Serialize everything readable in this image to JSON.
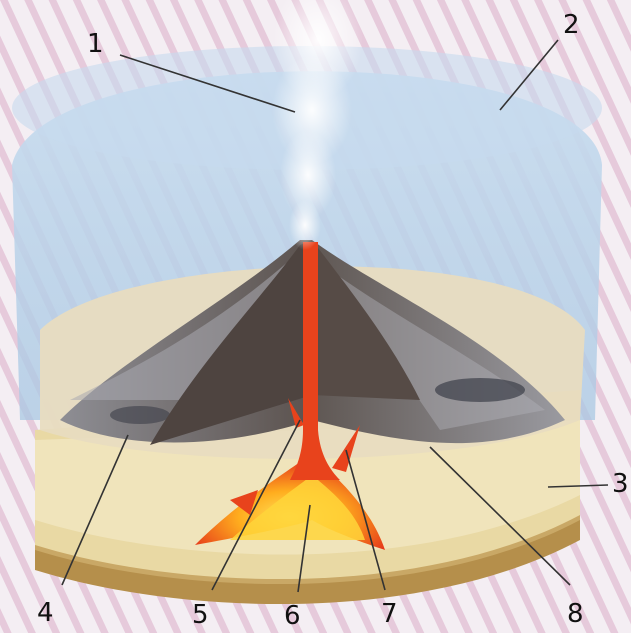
{
  "labels": {
    "l1": "1",
    "l2": "2",
    "l3": "3",
    "l4": "4",
    "l5": "5",
    "l6": "6",
    "l7": "7",
    "l8": "8"
  },
  "colors": {
    "background": "#f4eef3",
    "stripe": "#e3c3d6",
    "atmosphere": "#b9d3ea",
    "sediment": "#efe3b8",
    "cone": "#6f6560",
    "lava": "#e8431c",
    "magma": "#ffc21e"
  }
}
